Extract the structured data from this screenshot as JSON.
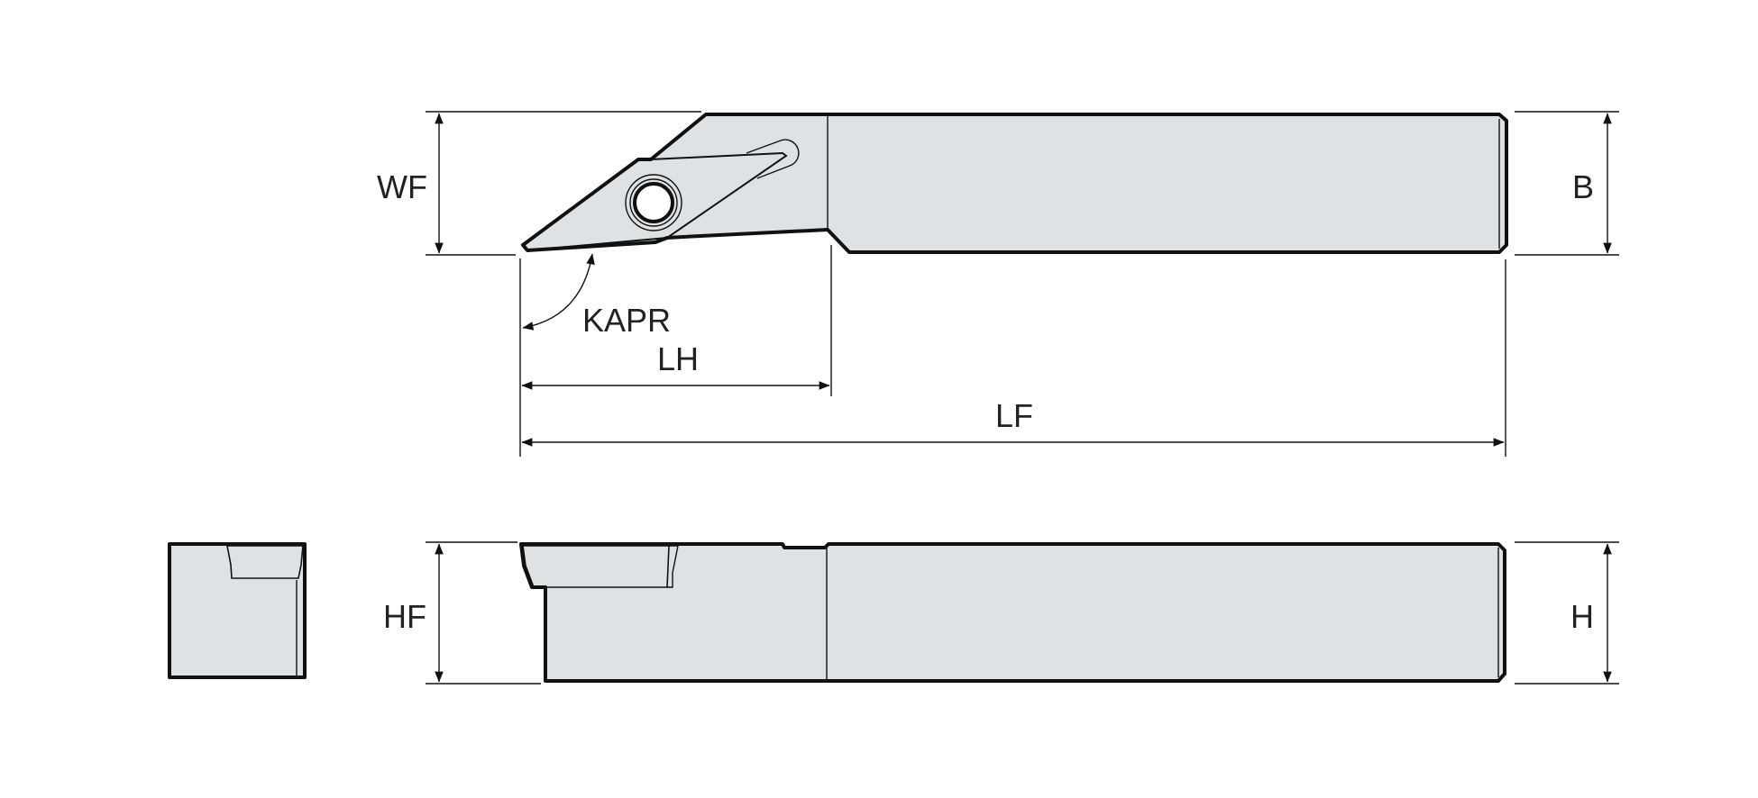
{
  "diagram": {
    "colors": {
      "body_fill": "#dfe2e5",
      "insert_fill": "#fbe26b",
      "line": "#111111",
      "background": "#ffffff"
    },
    "labels": {
      "wf": "WF",
      "b": "B",
      "kapr": "KAPR",
      "lh": "LH",
      "lf": "LF",
      "hf": "HF",
      "h": "H"
    }
  }
}
